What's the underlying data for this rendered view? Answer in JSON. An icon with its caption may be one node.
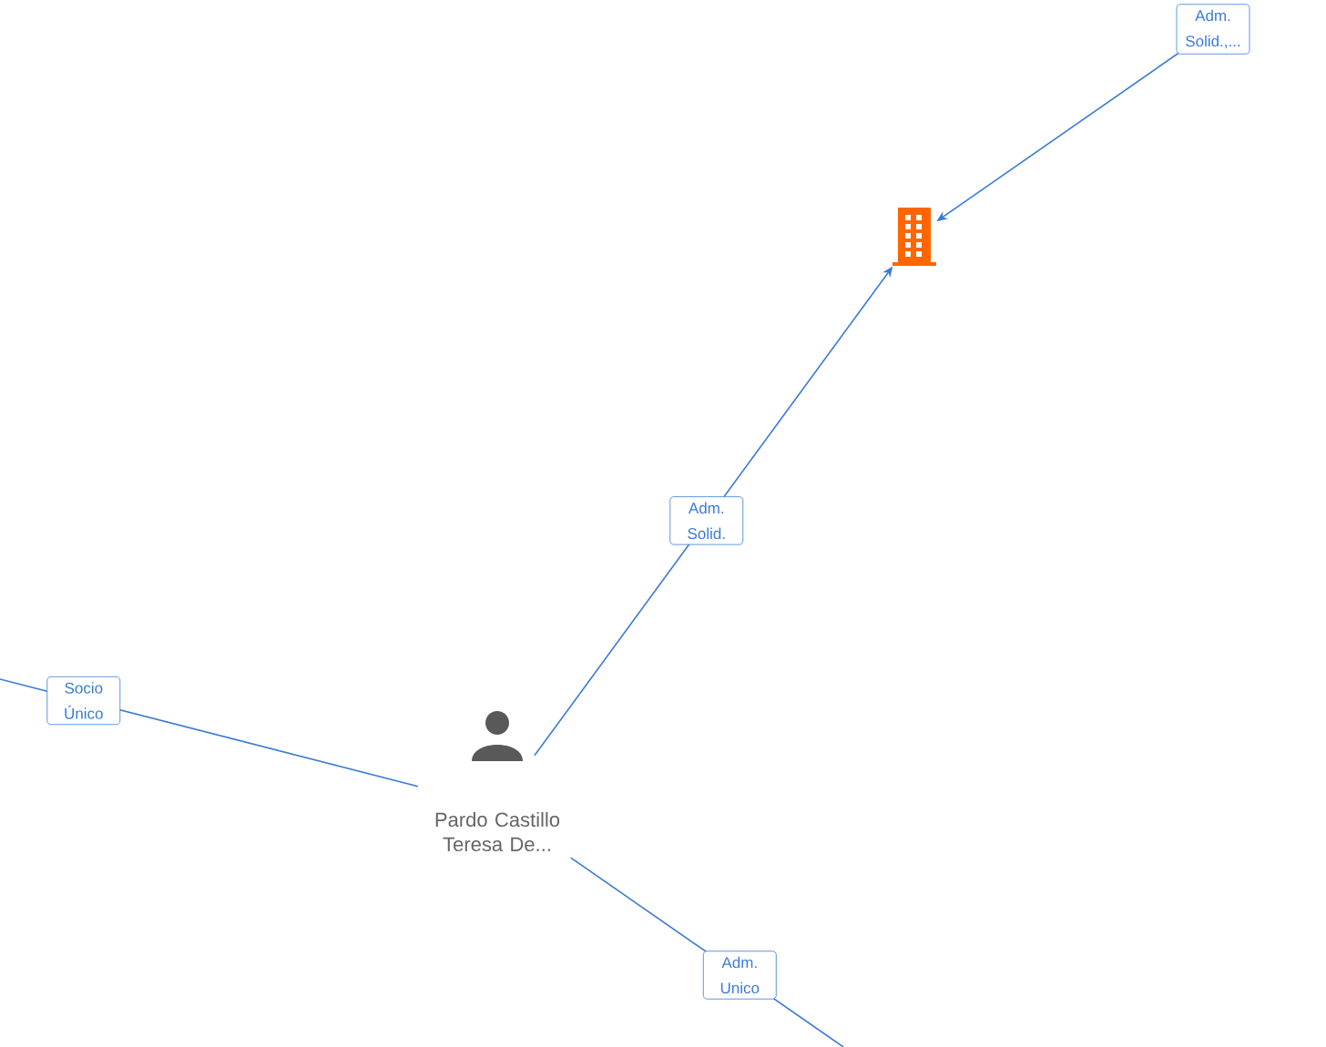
{
  "diagram": {
    "nodes": [
      {
        "text": [],
        "shape": "building"
      },
      {
        "text": [
          "Pardo Castillo Teresa De..."
        ]
      }
    ],
    "edges": [
      {
        "from": null,
        "to": 0,
        "arrow": "to",
        "label": "Adm. Solid.,..."
      },
      {
        "from": 1,
        "to": 0,
        "arrow": "to",
        "label": "Adm. Solid."
      },
      {
        "from": null,
        "to": 1,
        "arrow": "none",
        "label": "Socio Único"
      },
      {
        "from": 1,
        "to": null,
        "arrow": "none",
        "label": "Adm. Unico"
      }
    ]
  }
}
